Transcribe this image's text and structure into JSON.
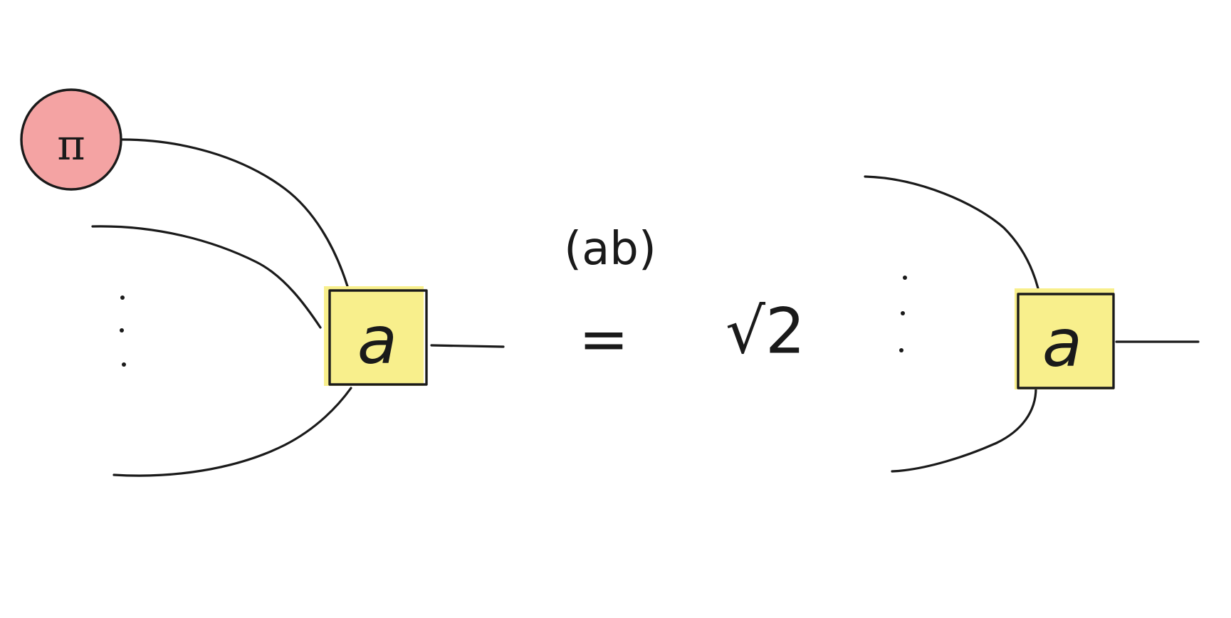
{
  "colors": {
    "phase_node_fill": "#f4a3a3",
    "box_fill": "#f8ef8c",
    "ink": "#1a1a1a",
    "background": "#ffffff"
  },
  "lhs": {
    "phase_node": {
      "label": "π"
    },
    "box": {
      "label": "a"
    }
  },
  "equation": {
    "annotation": "(ab)",
    "equals": "=",
    "scalar": "√2"
  },
  "rhs": {
    "box": {
      "label": "a"
    }
  }
}
